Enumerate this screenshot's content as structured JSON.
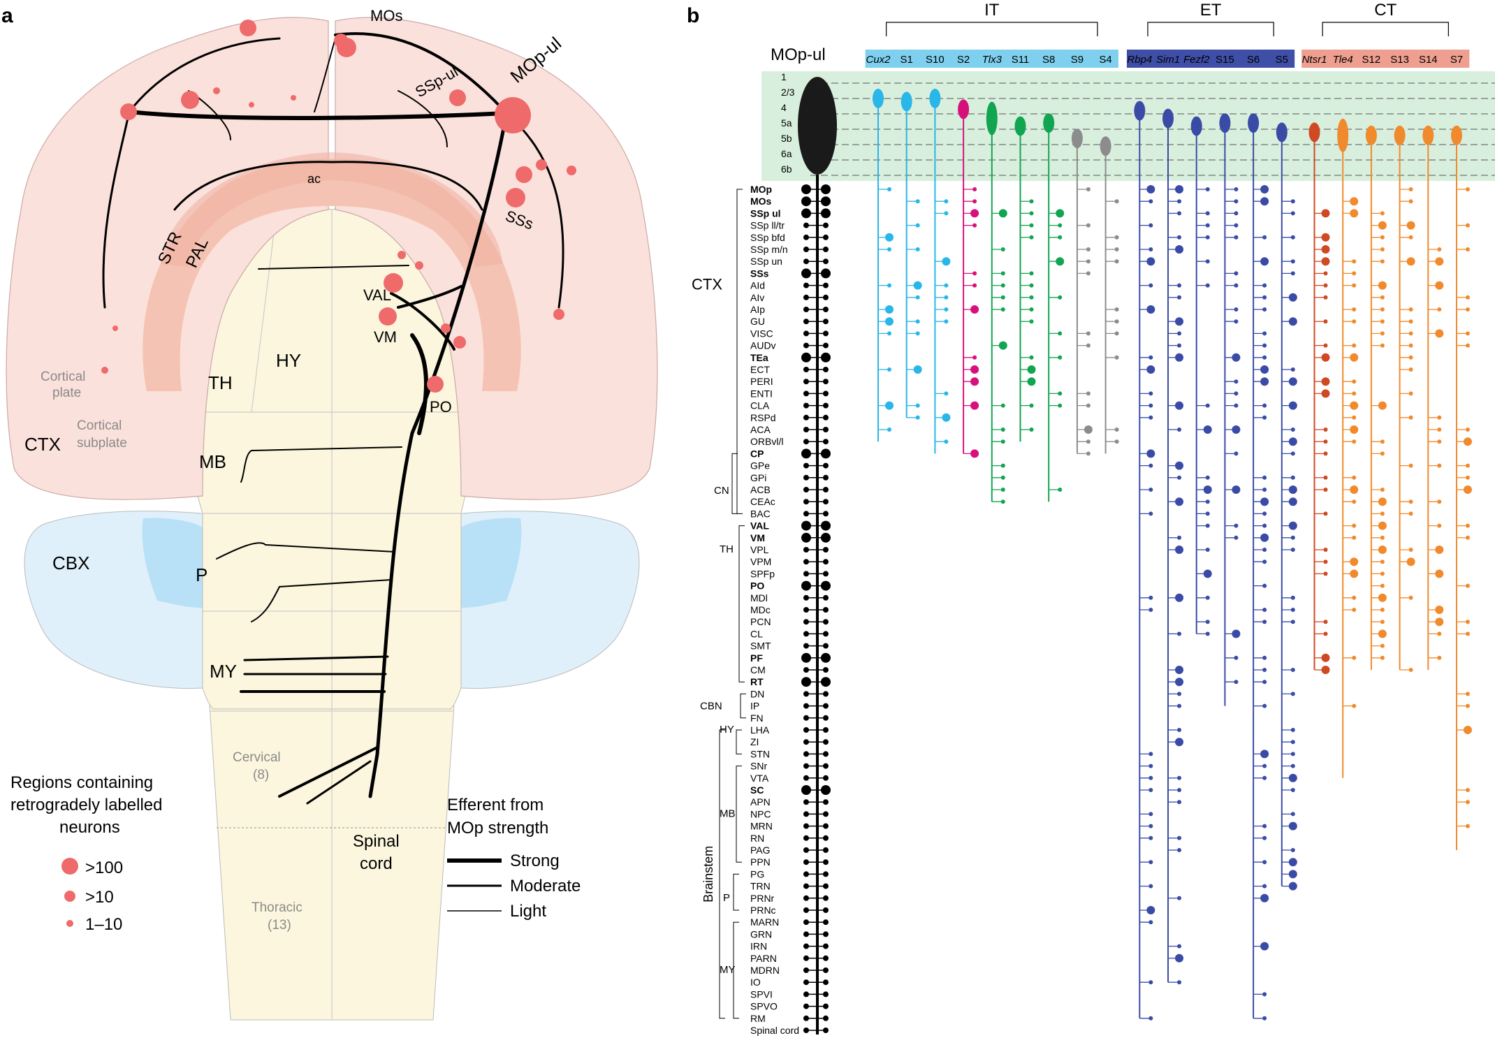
{
  "panel_a": {
    "label": "a",
    "regions": {
      "mos": "MOs",
      "mop_ul": "MOp-ul",
      "ssp_ul": "SSp-ul",
      "sss": "SSs",
      "ac": "ac",
      "str": "STR",
      "pal": "PAL",
      "val": "VAL",
      "vm": "VM",
      "po": "PO",
      "th": "TH",
      "hy": "HY",
      "mb": "MB",
      "cbx": "CBX",
      "p": "P",
      "my": "MY",
      "ctx": "CTX",
      "cortical_plate": [
        "Cortical",
        "plate"
      ],
      "cortical_subplate": [
        "Cortical",
        "subplate"
      ],
      "cervical": [
        "Cervical",
        "(8)"
      ],
      "thoracic": [
        "Thoracic",
        "(13)"
      ],
      "spinal_cord": [
        "Spinal",
        "cord"
      ]
    },
    "legend_retro": {
      "title": [
        "Regions containing",
        "retrogradely labelled",
        "neurons"
      ],
      "items": [
        ">100",
        ">10",
        "1–10"
      ]
    },
    "legend_efferent": {
      "title": [
        "Efferent from",
        "MOp strength"
      ],
      "items": [
        "Strong",
        "Moderate",
        "Light"
      ]
    }
  },
  "panel_b": {
    "label": "b",
    "soma_label": "MOp-ul",
    "classes": [
      {
        "name": "IT",
        "color": "#7fd0ee"
      },
      {
        "name": "ET",
        "color": "#3f4fa8"
      },
      {
        "name": "CT",
        "color": "#ee9f8f"
      }
    ],
    "columns": [
      {
        "label": "Cux2",
        "italic": true,
        "group": "IT",
        "color": "#29b6e8"
      },
      {
        "label": "S1",
        "italic": false,
        "group": "IT",
        "color": "#29b6e8"
      },
      {
        "label": "S10",
        "italic": false,
        "group": "IT",
        "color": "#29b6e8"
      },
      {
        "label": "S2",
        "italic": false,
        "group": "IT",
        "color": "#d6117c"
      },
      {
        "label": "Tlx3",
        "italic": true,
        "group": "IT",
        "color": "#12a551"
      },
      {
        "label": "S11",
        "italic": false,
        "group": "IT",
        "color": "#12a551"
      },
      {
        "label": "S8",
        "italic": false,
        "group": "IT",
        "color": "#12a551"
      },
      {
        "label": "S9",
        "italic": false,
        "group": "IT",
        "color": "#8c8c8c"
      },
      {
        "label": "S4",
        "italic": false,
        "group": "IT",
        "color": "#8c8c8c"
      },
      {
        "label": "Rbp4",
        "italic": true,
        "group": "ET",
        "color": "#3a4ba6"
      },
      {
        "label": "Sim1",
        "italic": true,
        "group": "ET",
        "color": "#3a4ba6"
      },
      {
        "label": "Fezf2",
        "italic": true,
        "group": "ET",
        "color": "#3a4ba6"
      },
      {
        "label": "S15",
        "italic": false,
        "group": "ET",
        "color": "#3a4ba6"
      },
      {
        "label": "S6",
        "italic": false,
        "group": "ET",
        "color": "#3a4ba6"
      },
      {
        "label": "S5",
        "italic": false,
        "group": "ET",
        "color": "#3a4ba6"
      },
      {
        "label": "Ntsr1",
        "italic": true,
        "group": "CT",
        "color": "#cf4a22"
      },
      {
        "label": "Tle4",
        "italic": true,
        "group": "CT",
        "color": "#f08a2c"
      },
      {
        "label": "S12",
        "italic": false,
        "group": "CT",
        "color": "#f08a2c"
      },
      {
        "label": "S13",
        "italic": false,
        "group": "CT",
        "color": "#f08a2c"
      },
      {
        "label": "S14",
        "italic": false,
        "group": "CT",
        "color": "#f08a2c"
      },
      {
        "label": "S7",
        "italic": false,
        "group": "CT",
        "color": "#f08a2c"
      }
    ],
    "layers": [
      "1",
      "2/3",
      "4",
      "5a",
      "5b",
      "6a",
      "6b"
    ],
    "rows": [
      {
        "label": "MOp",
        "bold": true
      },
      {
        "label": "MOs",
        "bold": true
      },
      {
        "label": "SSp ul",
        "bold": true
      },
      {
        "label": "SSp ll/tr",
        "bold": false
      },
      {
        "label": "SSp bfd",
        "bold": false
      },
      {
        "label": "SSp m/n",
        "bold": false
      },
      {
        "label": "SSp un",
        "bold": false
      },
      {
        "label": "SSs",
        "bold": true
      },
      {
        "label": "AId",
        "bold": false
      },
      {
        "label": "AIv",
        "bold": false
      },
      {
        "label": "AIp",
        "bold": false
      },
      {
        "label": "GU",
        "bold": false
      },
      {
        "label": "VISC",
        "bold": false
      },
      {
        "label": "AUDv",
        "bold": false
      },
      {
        "label": "TEa",
        "bold": true
      },
      {
        "label": "ECT",
        "bold": false
      },
      {
        "label": "PERI",
        "bold": false
      },
      {
        "label": "ENTI",
        "bold": false
      },
      {
        "label": "CLA",
        "bold": false
      },
      {
        "label": "RSPd",
        "bold": false
      },
      {
        "label": "ACA",
        "bold": false
      },
      {
        "label": "ORBvl/l",
        "bold": false
      },
      {
        "label": "CP",
        "bold": true
      },
      {
        "label": "GPe",
        "bold": false
      },
      {
        "label": "GPi",
        "bold": false
      },
      {
        "label": "ACB",
        "bold": false
      },
      {
        "label": "CEAc",
        "bold": false
      },
      {
        "label": "BAC",
        "bold": false
      },
      {
        "label": "VAL",
        "bold": true
      },
      {
        "label": "VM",
        "bold": true
      },
      {
        "label": "VPL",
        "bold": false
      },
      {
        "label": "VPM",
        "bold": false
      },
      {
        "label": "SPFp",
        "bold": false
      },
      {
        "label": "PO",
        "bold": true
      },
      {
        "label": "MDl",
        "bold": false
      },
      {
        "label": "MDc",
        "bold": false
      },
      {
        "label": "PCN",
        "bold": false
      },
      {
        "label": "CL",
        "bold": false
      },
      {
        "label": "SMT",
        "bold": false
      },
      {
        "label": "PF",
        "bold": true
      },
      {
        "label": "CM",
        "bold": false
      },
      {
        "label": "RT",
        "bold": true
      },
      {
        "label": "DN",
        "bold": false
      },
      {
        "label": "IP",
        "bold": false
      },
      {
        "label": "FN",
        "bold": false
      },
      {
        "label": "LHA",
        "bold": false
      },
      {
        "label": "ZI",
        "bold": false
      },
      {
        "label": "STN",
        "bold": false
      },
      {
        "label": "SNr",
        "bold": false
      },
      {
        "label": "VTA",
        "bold": false
      },
      {
        "label": "SC",
        "bold": true
      },
      {
        "label": "APN",
        "bold": false
      },
      {
        "label": "NPC",
        "bold": false
      },
      {
        "label": "MRN",
        "bold": false
      },
      {
        "label": "RN",
        "bold": false
      },
      {
        "label": "PAG",
        "bold": false
      },
      {
        "label": "PPN",
        "bold": false
      },
      {
        "label": "PG",
        "bold": false
      },
      {
        "label": "TRN",
        "bold": false
      },
      {
        "label": "PRNr",
        "bold": false
      },
      {
        "label": "PRNc",
        "bold": false
      },
      {
        "label": "MARN",
        "bold": false
      },
      {
        "label": "GRN",
        "bold": false
      },
      {
        "label": "IRN",
        "bold": false
      },
      {
        "label": "PARN",
        "bold": false
      },
      {
        "label": "MDRN",
        "bold": false
      },
      {
        "label": "IO",
        "bold": false
      },
      {
        "label": "SPVI",
        "bold": false
      },
      {
        "label": "SPVO",
        "bold": false
      },
      {
        "label": "RM",
        "bold": false
      },
      {
        "label": "Spinal cord",
        "bold": false
      }
    ],
    "groups": {
      "ctx": "CTX",
      "cn": "CN",
      "th": "TH",
      "cbn": "CBN",
      "hy": "HY",
      "mb": "MB",
      "p": "P",
      "my": "MY",
      "brainstem": "Brainstem"
    }
  }
}
